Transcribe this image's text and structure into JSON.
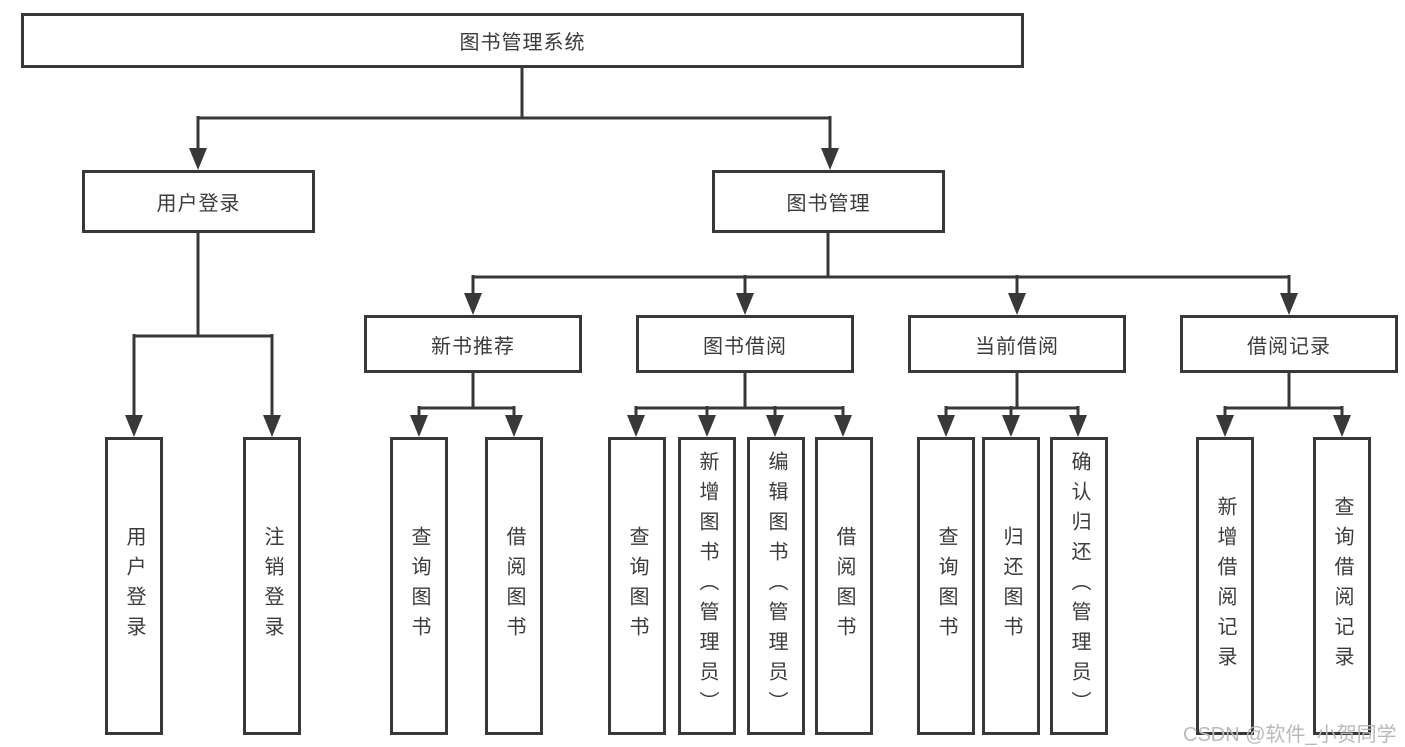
{
  "diagram": {
    "watermark": "CSDN @软件_小贺同学",
    "colors": {
      "line": "#383838",
      "text": "#3b3b3b",
      "background": "#ffffff",
      "watermark": "#b9b9b9"
    },
    "tree": {
      "label": "图书管理系统",
      "children": [
        {
          "label": "用户登录",
          "children": [
            {
              "label": "用户登录"
            },
            {
              "label": "注销登录"
            }
          ]
        },
        {
          "label": "图书管理",
          "children": [
            {
              "label": "新书推荐",
              "children": [
                {
                  "label": "查询图书"
                },
                {
                  "label": "借阅图书"
                }
              ]
            },
            {
              "label": "图书借阅",
              "children": [
                {
                  "label": "查询图书"
                },
                {
                  "label": "新增图书（管理员）"
                },
                {
                  "label": "编辑图书（管理员）"
                },
                {
                  "label": "借阅图书"
                }
              ]
            },
            {
              "label": "当前借阅",
              "children": [
                {
                  "label": "查询图书"
                },
                {
                  "label": "归还图书"
                },
                {
                  "label": "确认归还（管理员）"
                }
              ]
            },
            {
              "label": "借阅记录",
              "children": [
                {
                  "label": "新增借阅记录"
                },
                {
                  "label": "查询借阅记录"
                }
              ]
            }
          ]
        }
      ]
    }
  }
}
